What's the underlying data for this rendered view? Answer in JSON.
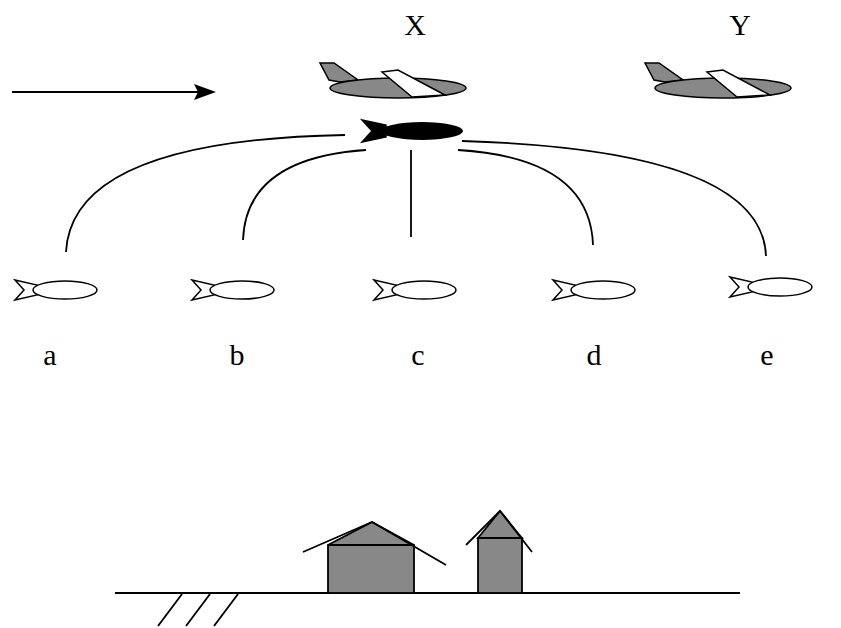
{
  "diagram": {
    "labels": [
      "X",
      "Y",
      "a",
      "b",
      "c",
      "d",
      "e"
    ]
  }
}
